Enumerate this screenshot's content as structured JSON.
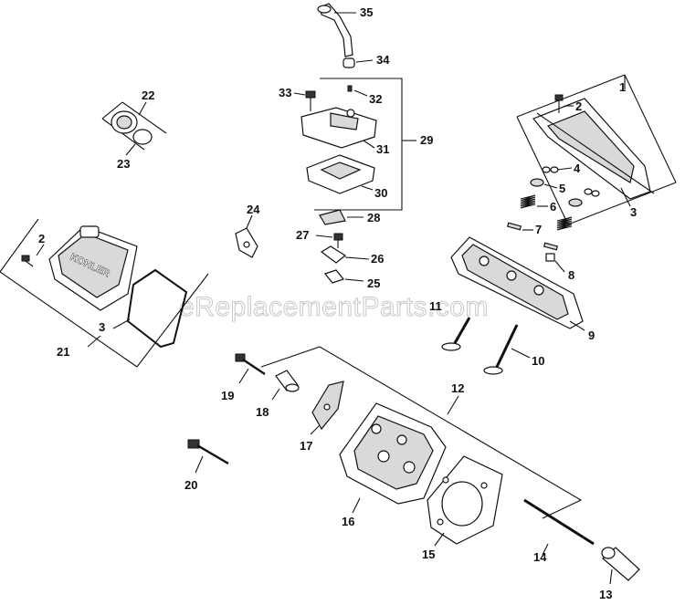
{
  "watermark": "eReplacementParts.com",
  "callouts": {
    "c1": "1",
    "c2a": "2",
    "c2b": "2",
    "c3a": "3",
    "c3b": "3",
    "c4": "4",
    "c5": "5",
    "c6": "6",
    "c7": "7",
    "c8": "8",
    "c9": "9",
    "c10": "10",
    "c11": "11",
    "c12": "12",
    "c13": "13",
    "c14": "14",
    "c15": "15",
    "c16": "16",
    "c17": "17",
    "c18": "18",
    "c19": "19",
    "c20": "20",
    "c21": "21",
    "c22": "22",
    "c23": "23",
    "c24": "24",
    "c25": "25",
    "c26": "26",
    "c27": "27",
    "c28": "28",
    "c29": "29",
    "c30": "30",
    "c31": "31",
    "c32": "32",
    "c33": "33",
    "c34": "34",
    "c35": "35"
  },
  "cover_embossed_text": "KOHLER"
}
